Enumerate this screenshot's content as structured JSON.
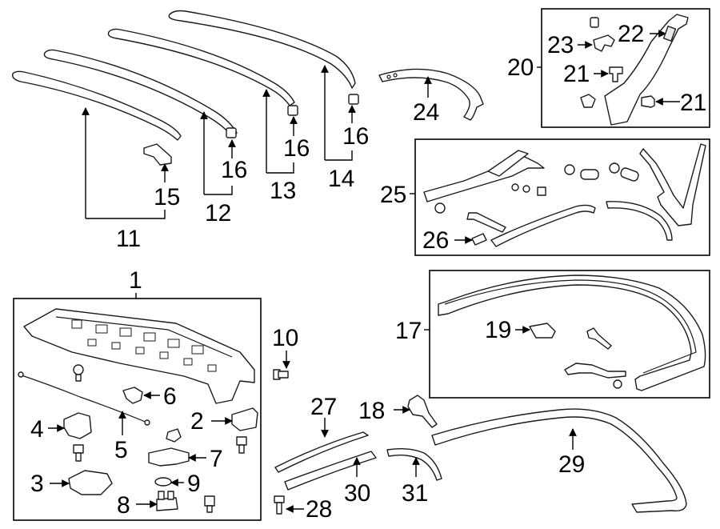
{
  "callouts": {
    "c1": "1",
    "c2": "2",
    "c3": "3",
    "c4": "4",
    "c5": "5",
    "c6": "6",
    "c7": "7",
    "c8": "8",
    "c9": "9",
    "c10": "10",
    "c11": "11",
    "c12": "12",
    "c13": "13",
    "c14": "14",
    "c15": "15",
    "c16a": "16",
    "c16b": "16",
    "c16c": "16",
    "c17": "17",
    "c18": "18",
    "c19": "19",
    "c20": "20",
    "c21a": "21",
    "c21b": "21",
    "c22": "22",
    "c23": "23",
    "c24": "24",
    "c25": "25",
    "c26": "26",
    "c27": "27",
    "c28": "28",
    "c29": "29",
    "c30": "30",
    "c31": "31"
  }
}
